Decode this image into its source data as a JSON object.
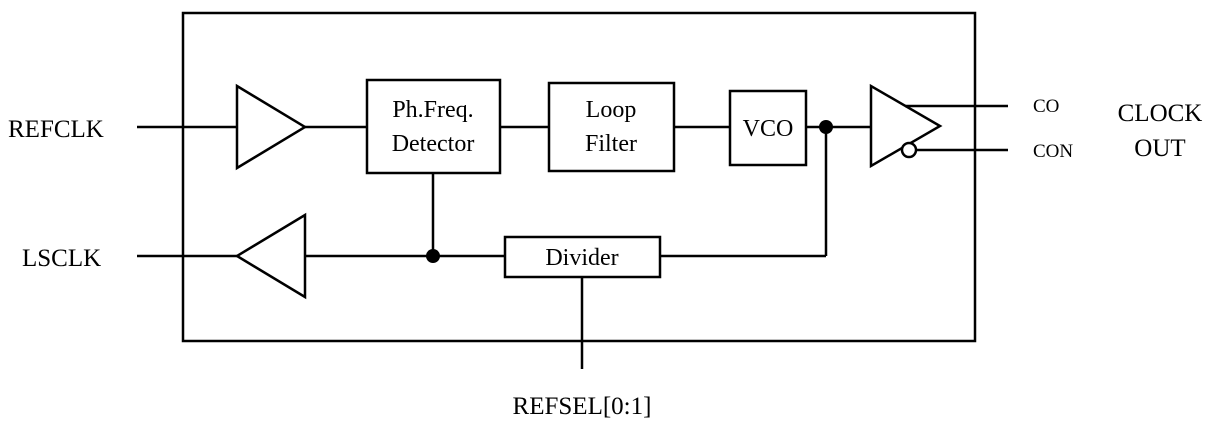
{
  "inputs": {
    "refclk": "REFCLK",
    "lsclk": "LSCLK",
    "refsel": "REFSEL[0:1]"
  },
  "blocks": {
    "detector": [
      "Ph.Freq.",
      "Detector"
    ],
    "loop_filter": [
      "Loop",
      "Filter"
    ],
    "vco": "VCO",
    "divider": "Divider"
  },
  "outputs": {
    "co": "CO",
    "con": "CON",
    "clock_out": [
      "CLOCK",
      "OUT"
    ]
  }
}
